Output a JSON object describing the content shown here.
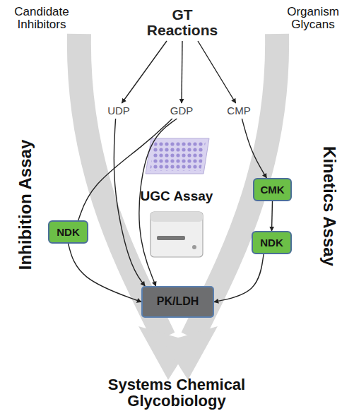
{
  "diagram": {
    "nodes": [
      {
        "text": [
          "GT Reactions"
        ]
      },
      {
        "text": [
          "UDP"
        ]
      },
      {
        "text": [
          "GDP"
        ]
      },
      {
        "text": [
          "CMP"
        ]
      },
      {
        "text": [
          "NDK"
        ]
      },
      {
        "text": [
          "CMK"
        ]
      },
      {
        "text": [
          "NDK"
        ]
      },
      {
        "text": [
          "PK/LDH"
        ]
      }
    ],
    "edges": [
      {
        "from": 0,
        "to": 1,
        "arrow": "to"
      },
      {
        "from": 0,
        "to": 2,
        "arrow": "to"
      },
      {
        "from": 0,
        "to": 3,
        "arrow": "to"
      },
      {
        "from": 1,
        "to": 7,
        "arrow": "to"
      },
      {
        "from": 2,
        "to": 4,
        "arrow": "none"
      },
      {
        "from": 2,
        "to": 7,
        "arrow": "to"
      },
      {
        "from": 4,
        "to": 7,
        "arrow": "to"
      },
      {
        "from": 3,
        "to": 5,
        "arrow": "to"
      },
      {
        "from": 5,
        "to": 6,
        "arrow": "to"
      },
      {
        "from": 6,
        "to": 7,
        "arrow": "to"
      }
    ],
    "labels": [
      "Candidate Inhibitors",
      "Organism Glycans",
      "Inhibition Assay",
      "Kinetics Assay",
      "UGC Assay",
      "Systems Chemical Glycobiology"
    ]
  }
}
